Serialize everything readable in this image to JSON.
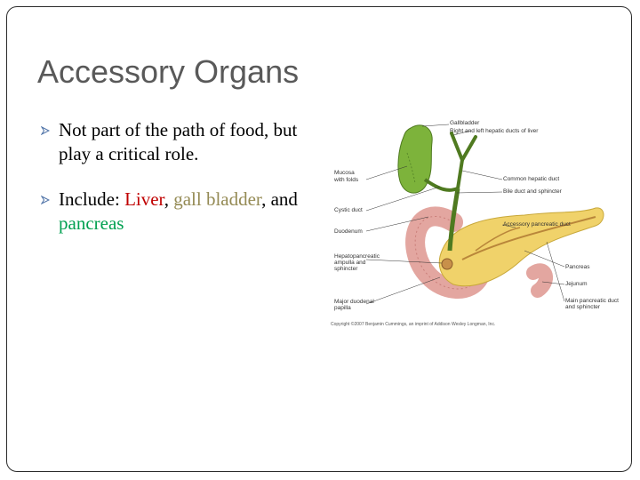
{
  "slide": {
    "title": "Accessory Organs",
    "bullets": [
      {
        "text": "Not part of the path of food, but play a critical role."
      },
      {
        "prefix": "Include: ",
        "liver": "Liver",
        "sep1": ", ",
        "gall": "gall bladder",
        "sep2": ", and ",
        "pancreas": "pancreas"
      }
    ],
    "colors": {
      "liver": "#c00000",
      "gall": "#948a54",
      "pancreas": "#00a050",
      "title": "#595959"
    },
    "bullet_icon": "arrow-bullet-icon"
  },
  "figure": {
    "labels": {
      "gallbladder": "Gallbladder",
      "hepatic_ducts": "Right and left hepatic ducts of liver",
      "mucosa": "Mucosa",
      "with_folds": "with folds",
      "common_hepatic": "Common hepatic duct",
      "bile_duct": "Bile duct and sphincter",
      "cystic_duct": "Cystic duct",
      "accessory_pancreatic": "Accessory pancreatic duct",
      "duodenum": "Duodenum",
      "hepato_1": "Hepatopancreatic",
      "hepato_2": "ampulla and",
      "hepato_3": "sphincter",
      "pancreas": "Pancreas",
      "jejunum": "Jejunum",
      "major_1": "Major duodenal",
      "major_2": "papilla",
      "main_1": "Main pancreatic duct",
      "main_2": "and sphincter",
      "copyright": "Copyright ©2007 Benjamin Cummings, an imprint of Addison Wesley Longman, Inc."
    }
  }
}
